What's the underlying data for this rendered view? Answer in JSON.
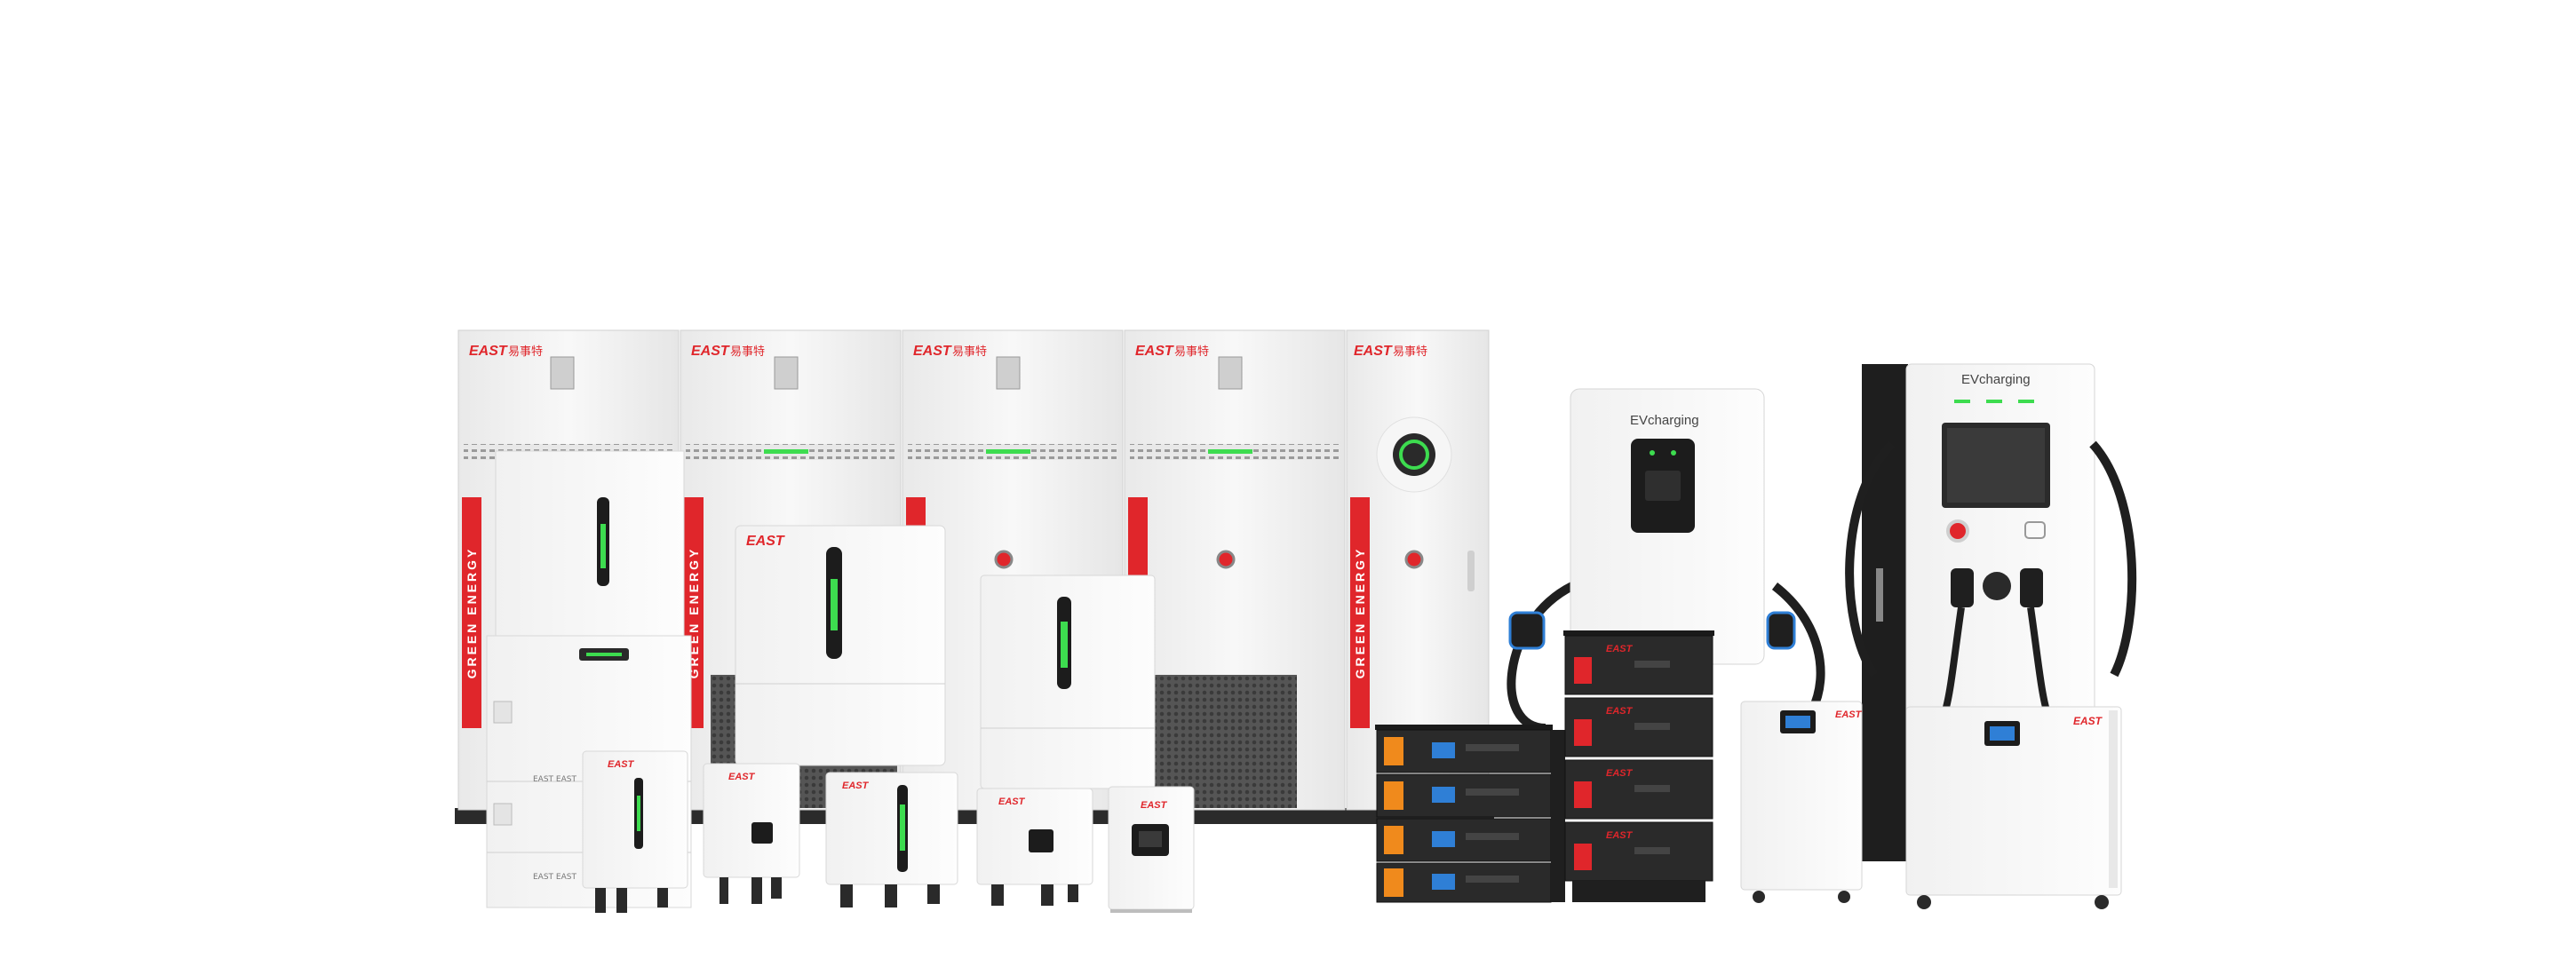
{
  "brand": {
    "logo": "EAST",
    "chinese_name": "易事特",
    "band_text": "GREEN ENERGY",
    "ev_logo": "EVcharging"
  },
  "labels": {
    "unit_tag": "EAST EAST",
    "rack_tag": "EAST"
  },
  "colors": {
    "brand_red": "#e0262b",
    "led_green": "#3ddc4f",
    "cabinet_white": "#f3f3f3",
    "battery_black": "#2a2a2a",
    "orange_accent": "#f08a1c",
    "screen_blue": "#2f7fd6"
  }
}
